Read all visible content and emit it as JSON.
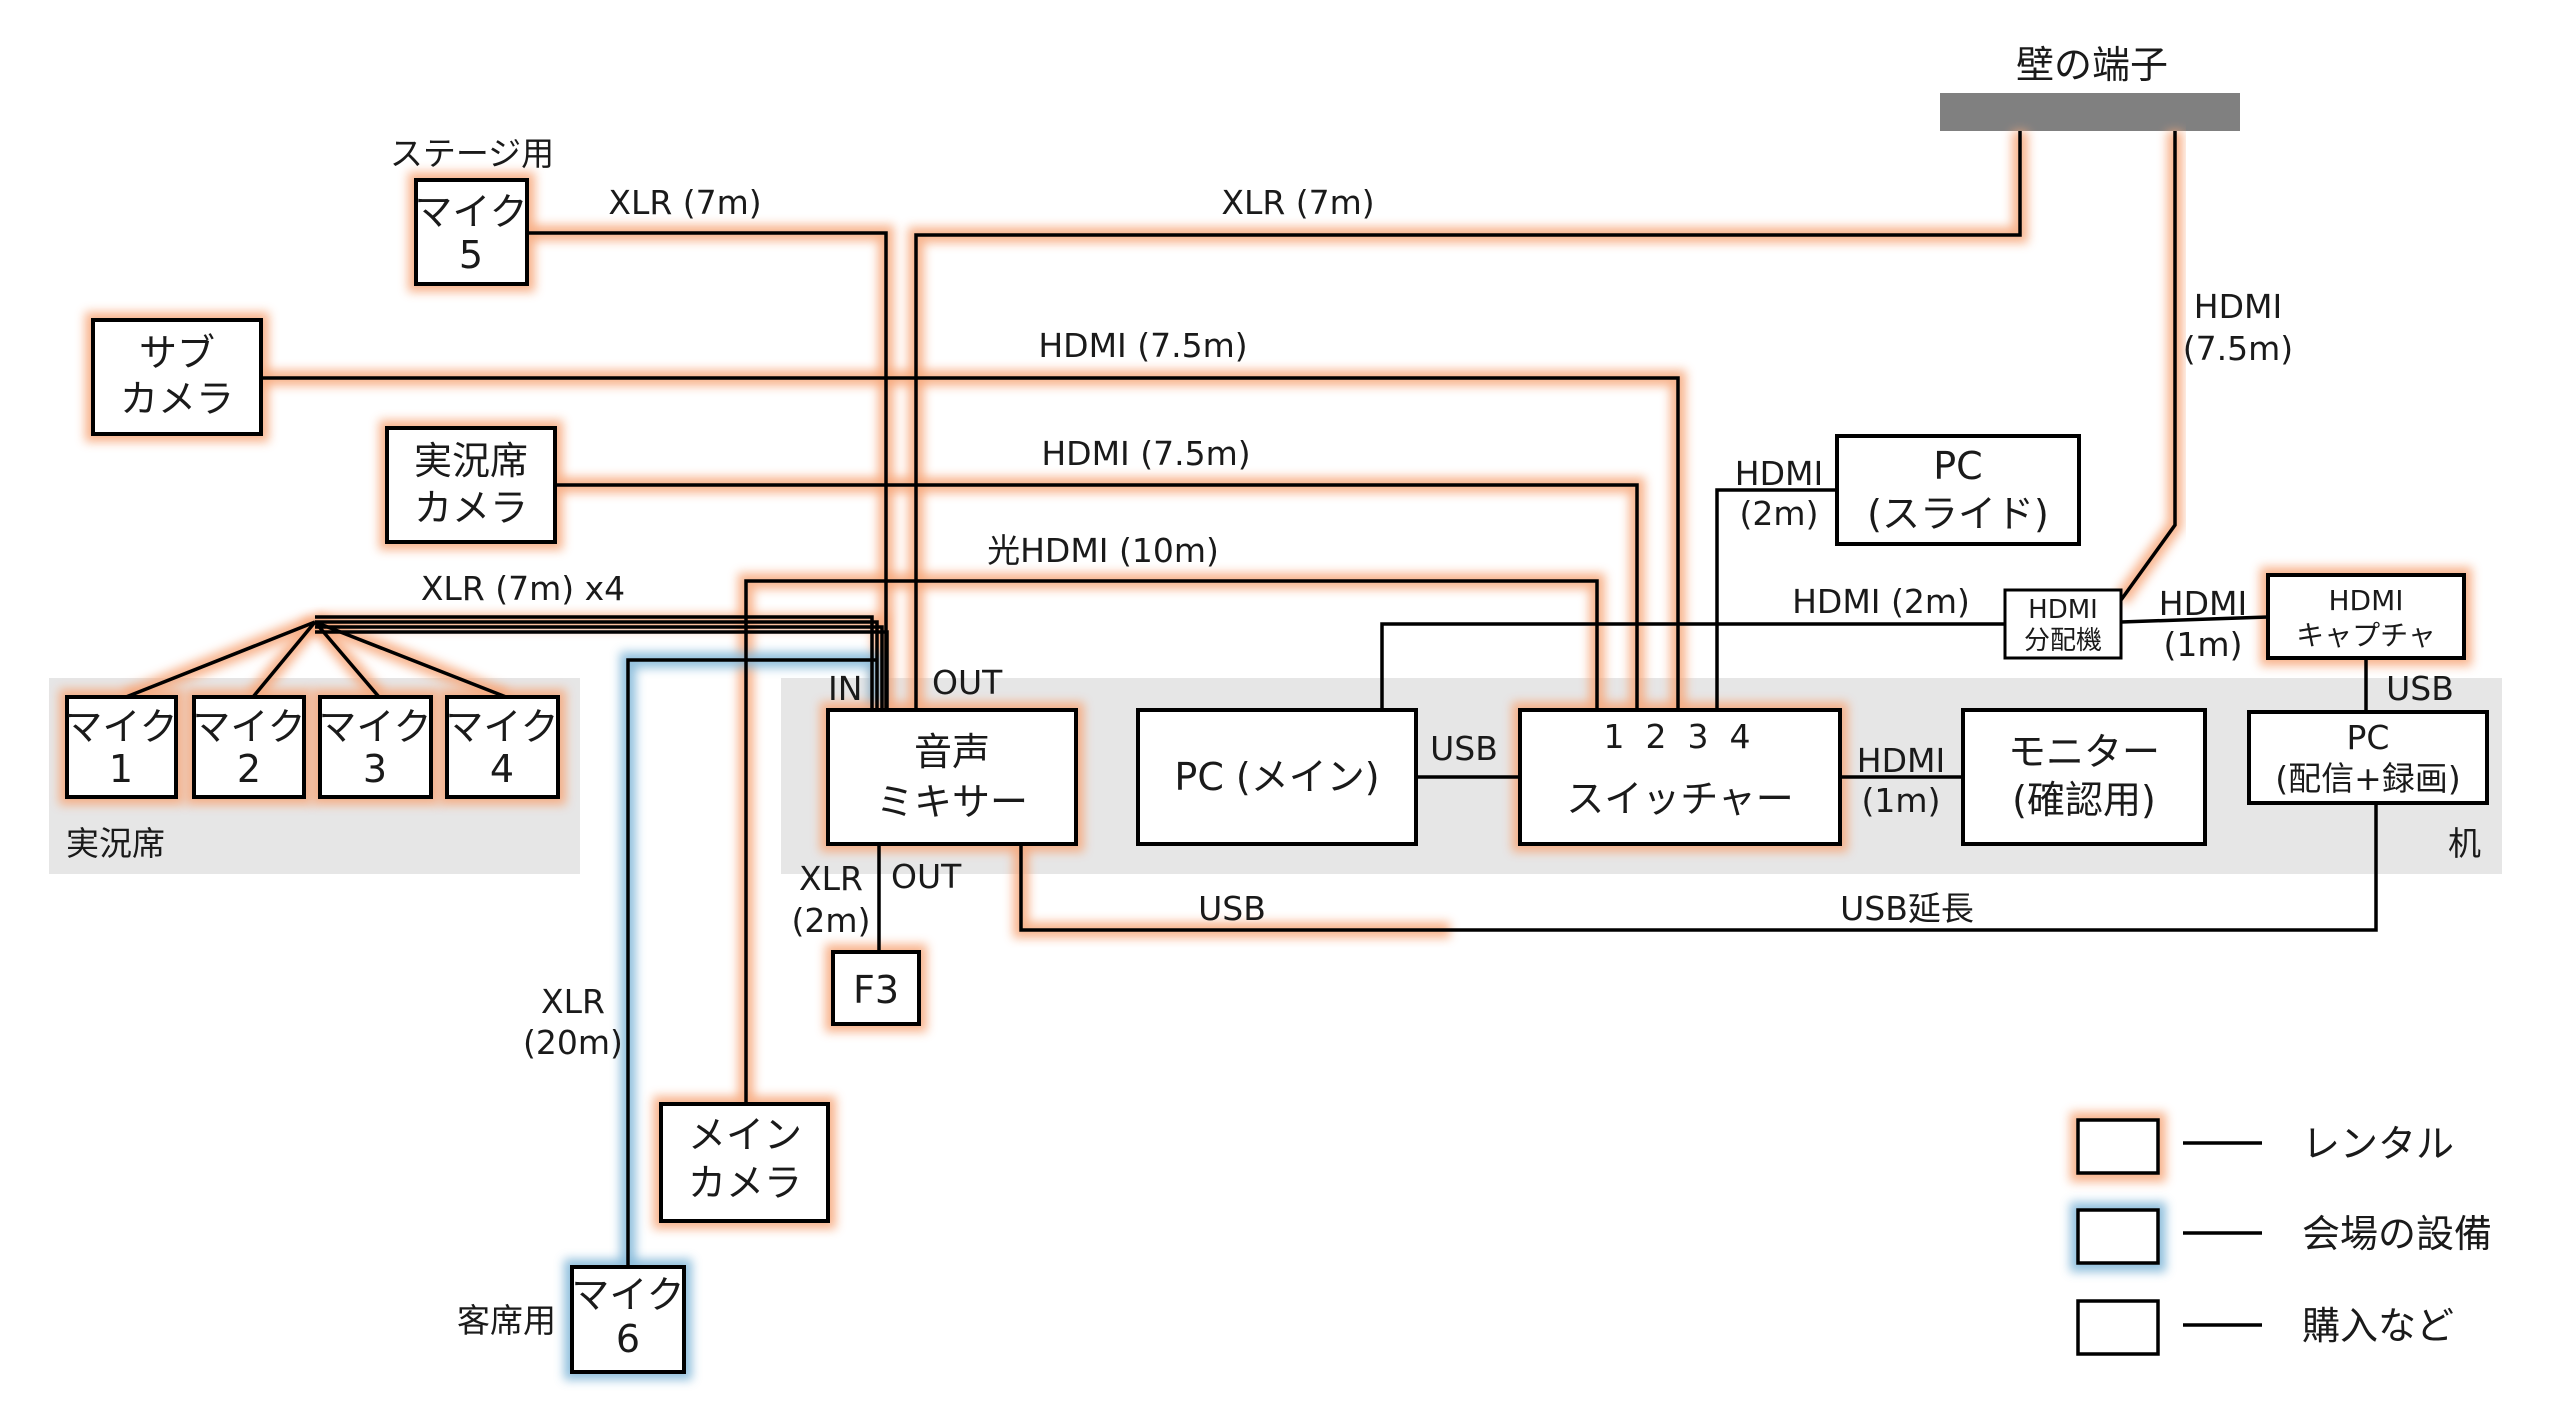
{
  "colors": {
    "rental": "#f7a77a",
    "venue": "#7fb6d8",
    "purchase": "#000000",
    "region_fill": "#e6e6e6",
    "wall_terminal": "#808080"
  },
  "regions": {
    "commentary_seat": "実況席",
    "desk": "机"
  },
  "wall": {
    "label": "壁の端子"
  },
  "devices": {
    "mic5": {
      "line1": "マイク",
      "line2": "5",
      "caption": "ステージ用",
      "category": "rental"
    },
    "sub_camera": {
      "line1": "サブ",
      "line2": "カメラ",
      "category": "rental"
    },
    "commentary_camera": {
      "line1": "実況席",
      "line2": "カメラ",
      "category": "rental"
    },
    "mic1": {
      "line1": "マイク",
      "line2": "1",
      "category": "rental"
    },
    "mic2": {
      "line1": "マイク",
      "line2": "2",
      "category": "rental"
    },
    "mic3": {
      "line1": "マイク",
      "line2": "3",
      "category": "rental"
    },
    "mic4": {
      "line1": "マイク",
      "line2": "4",
      "category": "rental"
    },
    "mixer": {
      "line1": "音声",
      "line2": "ミキサー",
      "category": "rental",
      "in_label": "IN",
      "out_label": "OUT",
      "out2_label": "OUT"
    },
    "pc_main": {
      "line1": "PC (メイン)",
      "category": "purchase"
    },
    "switcher": {
      "line1": "スイッチャー",
      "ports": "1  2  3  4",
      "category": "rental"
    },
    "monitor": {
      "line1": "モニター",
      "line2": "(確認用)",
      "category": "purchase"
    },
    "pc_slide": {
      "line1": "PC",
      "line2": "(スライド)",
      "category": "purchase"
    },
    "hdmi_splitter": {
      "line1": "HDMI",
      "line2": "分配機",
      "category": "purchase"
    },
    "hdmi_capture": {
      "line1": "HDMI",
      "line2": "キャプチャ",
      "category": "rental"
    },
    "pc_stream": {
      "line1": "PC",
      "line2": "(配信+録画)",
      "category": "purchase"
    },
    "f3": {
      "line1": "F3",
      "category": "rental"
    },
    "main_camera": {
      "line1": "メイン",
      "line2": "カメラ",
      "category": "rental"
    },
    "mic6": {
      "line1": "マイク",
      "line2": "6",
      "caption": "客席用",
      "category": "venue"
    }
  },
  "cables": {
    "mic5_xlr": "XLR (7m)",
    "wall_xlr": "XLR (7m)",
    "sub_camera_hdmi": "HDMI (7.5m)",
    "commentary_camera_hdmi": "HDMI (7.5m)",
    "optical_hdmi": "光HDMI (10m)",
    "mics_xlr": "XLR (7m) x4",
    "pc_slide_hdmi_1": "HDMI",
    "pc_slide_hdmi_2": "(2m)",
    "splitter_hdmi": "HDMI (2m)",
    "wall_hdmi_1": "HDMI",
    "wall_hdmi_2": "(7.5m)",
    "capture_hdmi_1": "HDMI",
    "capture_hdmi_2": "(1m)",
    "capture_usb": "USB",
    "pc_main_usb": "USB",
    "monitor_hdmi_1": "HDMI",
    "monitor_hdmi_2": "(1m)",
    "f3_xlr_1": "XLR",
    "f3_xlr_2": "(2m)",
    "mixer_usb": "USB",
    "usb_extension": "USB延長",
    "mic6_xlr_1": "XLR",
    "mic6_xlr_2": "(20m)"
  },
  "legend": [
    {
      "label": "レンタル",
      "category": "rental"
    },
    {
      "label": "会場の設備",
      "category": "venue"
    },
    {
      "label": "購入など",
      "category": "purchase"
    }
  ]
}
